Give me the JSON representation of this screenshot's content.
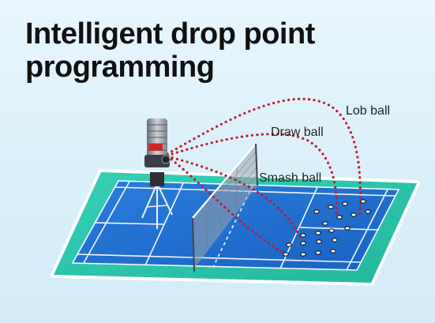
{
  "title_lines": [
    "Intelligent drop point",
    "programming"
  ],
  "trajectories": {
    "lob": "Lob ball",
    "draw": "Draw ball",
    "smash": "Smash ball"
  },
  "colors": {
    "background": "#dff1fb",
    "court_border": "#2fc8b0",
    "court": "#1f6fd0",
    "court_lines": "#ffffff",
    "trajectory": "#c41a2a",
    "title": "#111111"
  },
  "icons": [
    "shuttlecock-launcher-icon",
    "tripod-stand-icon",
    "net-icon",
    "drop-point-marker-icon"
  ]
}
